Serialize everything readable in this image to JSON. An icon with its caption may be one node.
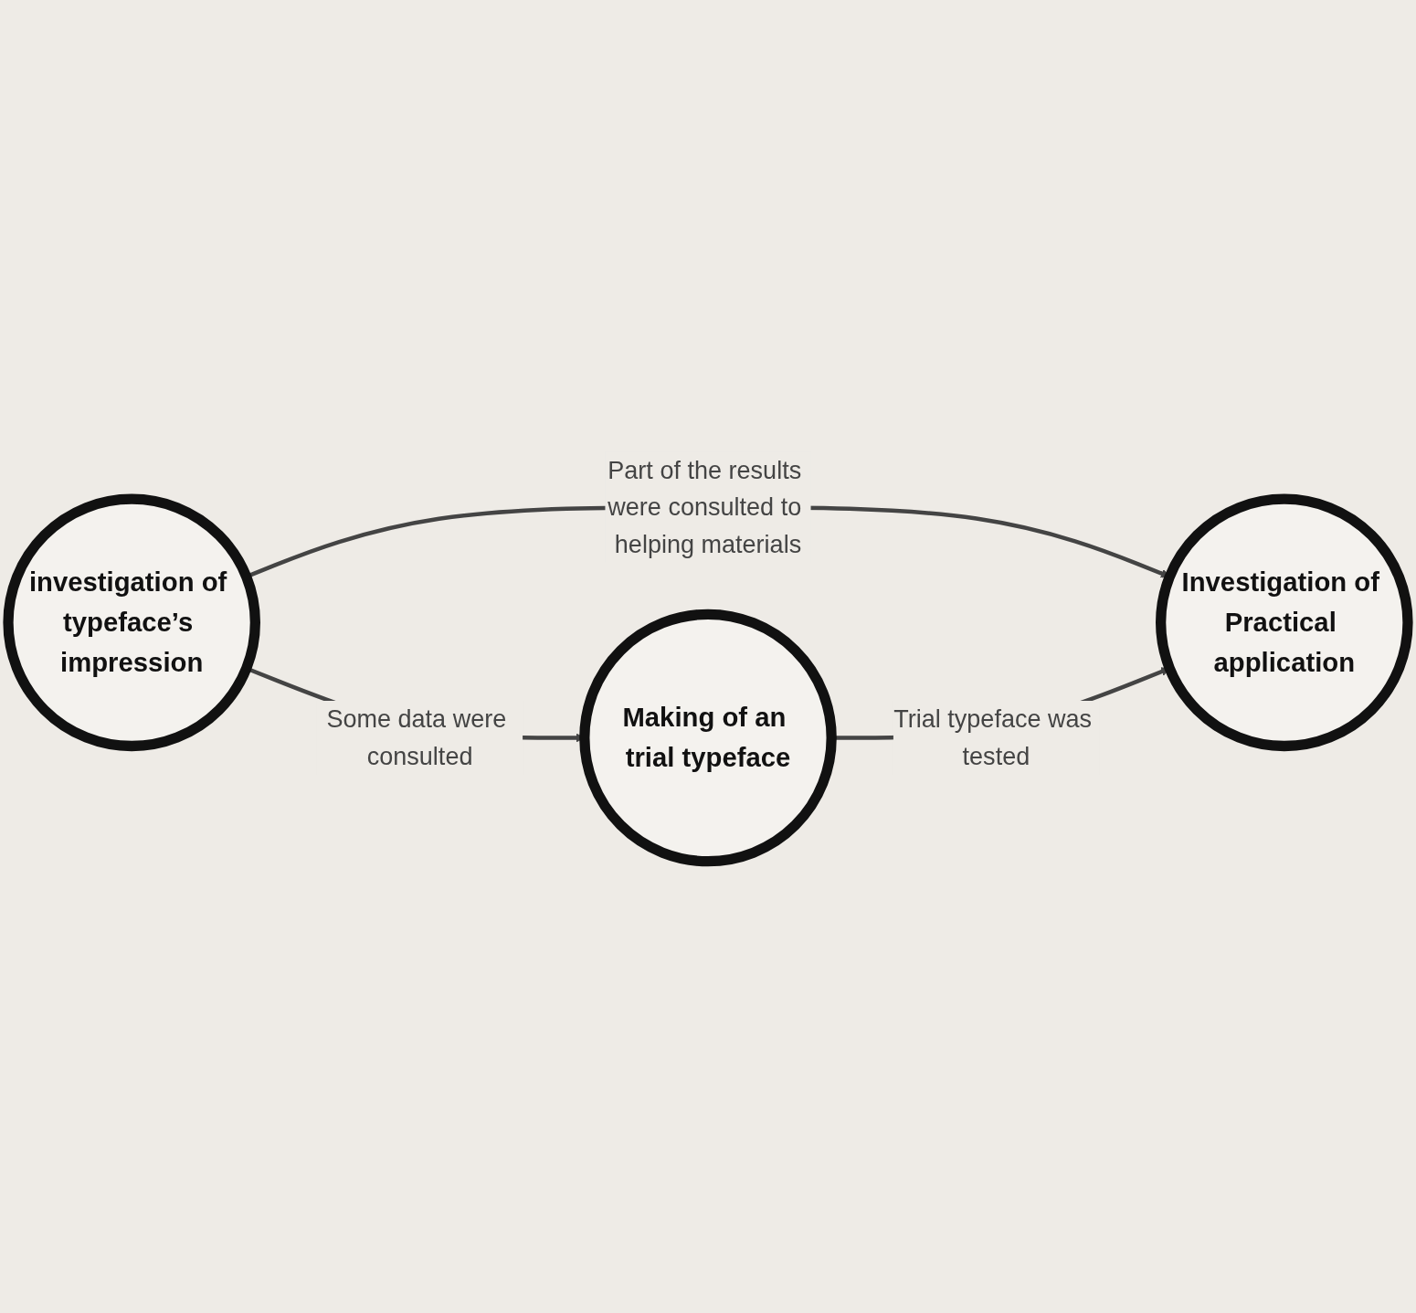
{
  "diagram": {
    "nodes": [
      {
        "text": [
          "investigation of typeface’s impression"
        ]
      },
      {
        "text": [
          "Investigation of Practical application"
        ]
      },
      {
        "text": [
          "Making of an trial typeface"
        ]
      }
    ],
    "edges": [
      {
        "from": 0,
        "to": 1,
        "arrow": "to",
        "label": "Part of the results were consulted to helping materials"
      },
      {
        "from": 0,
        "to": 2,
        "arrow": "to",
        "label": "Some data were consulted"
      },
      {
        "from": 2,
        "to": 1,
        "arrow": "to",
        "label": "Trial typeface was tested"
      }
    ]
  }
}
